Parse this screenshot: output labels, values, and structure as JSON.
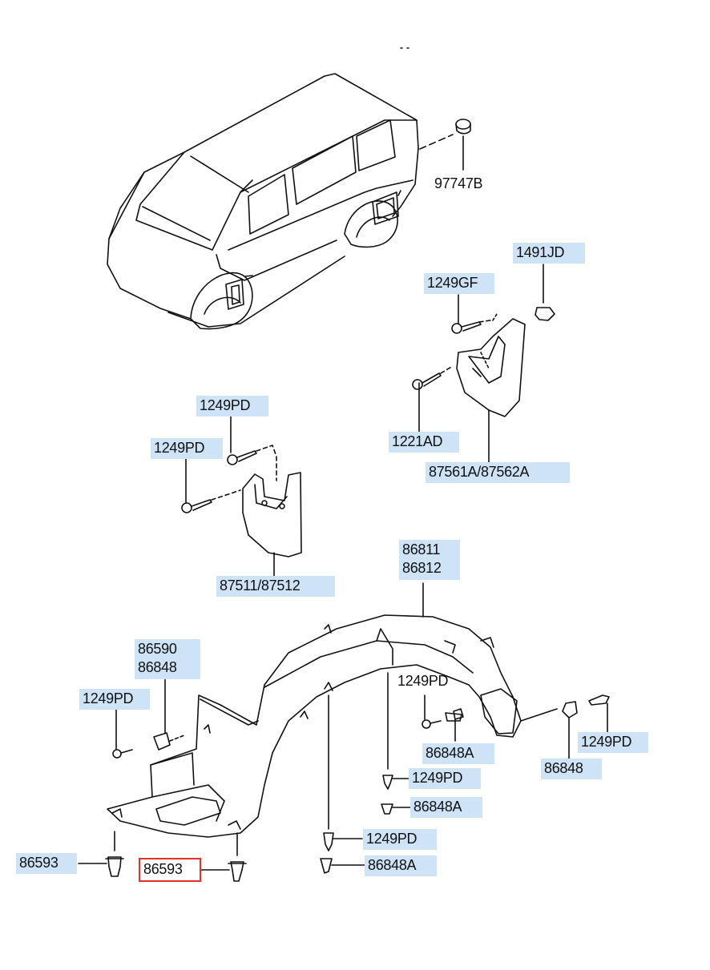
{
  "labels": {
    "l_97747b": "97747B",
    "l_1491jd": "1491JD",
    "l_1249gf": "1249GF",
    "l_1221ad": "1221AD",
    "l_87561a": "87561A/87562A",
    "l_1249pd_a": "1249PD",
    "l_1249pd_b": "1249PD",
    "l_87511": "87511/87512",
    "l_86811": "86811",
    "l_86812": "86812",
    "l_86590": "86590",
    "l_86848_a": "86848",
    "l_1249pd_c": "1249PD",
    "l_1249pd_d": "1249PD",
    "l_86848a_a": "86848A",
    "l_1249pd_e": "1249PD",
    "l_86848a_b": "86848A",
    "l_1249pd_f": "1249PD",
    "l_86848a_c": "86848A",
    "l_1249pd_g": "1249PD",
    "l_86848_b": "86848",
    "l_86593_a": "86593",
    "l_86593_b": "86593"
  },
  "highlight_color": "#e03030",
  "label_bg_color": "#cfe3f7"
}
